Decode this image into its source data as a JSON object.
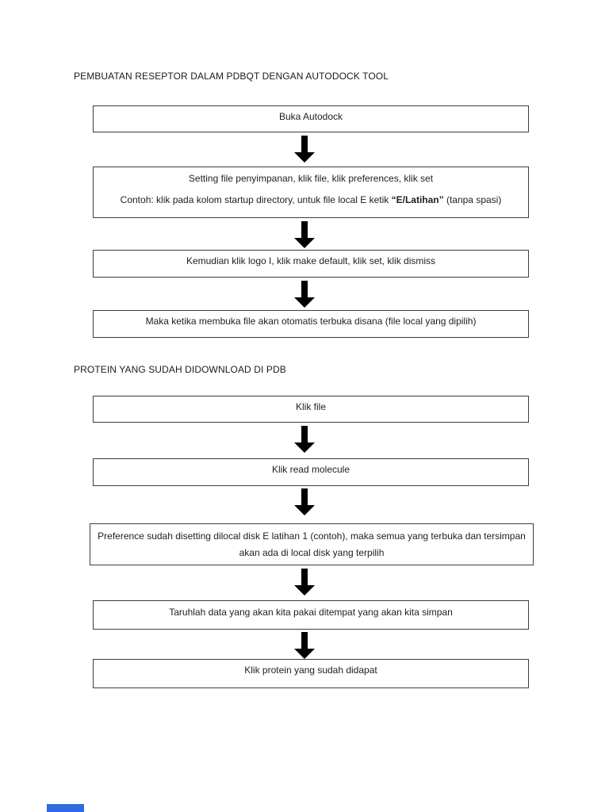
{
  "page": {
    "background": "#ffffff",
    "text_color": "#1e1e1e",
    "box_border_color": "#3d3d3d",
    "arrow_color": "#000000",
    "loading_bar_color": "#2e6be0"
  },
  "sections": [
    {
      "title": "PEMBUATAN RESEPTOR DALAM PDBQT DENGAN AUTODOCK TOOL",
      "boxes": [
        {
          "text": "Buka Autodock"
        },
        {
          "line1": "Setting file penyimpanan, klik file, klik preferences, klik set",
          "line2_prefix": "Contoh: klik pada kolom startup directory, untuk file local E ketik ",
          "line2_bold": "“E/Latihan”",
          "line2_suffix": " (tanpa spasi)"
        },
        {
          "text": "Kemudian klik logo I, klik make default, klik set, klik dismiss"
        },
        {
          "text": "Maka ketika membuka file akan otomatis terbuka disana (file local yang dipilih)"
        }
      ]
    },
    {
      "title": "PROTEIN YANG SUDAH DIDOWNLOAD DI PDB",
      "boxes": [
        {
          "text": "Klik file"
        },
        {
          "text": "Klik read molecule"
        },
        {
          "text": "Preference sudah disetting dilocal disk E latihan 1 (contoh), maka semua yang terbuka dan tersimpan akan ada di local disk yang terpilih"
        },
        {
          "text": "Taruhlah data yang akan kita pakai ditempat yang akan kita simpan"
        },
        {
          "text": "Klik protein yang sudah didapat"
        }
      ]
    }
  ]
}
